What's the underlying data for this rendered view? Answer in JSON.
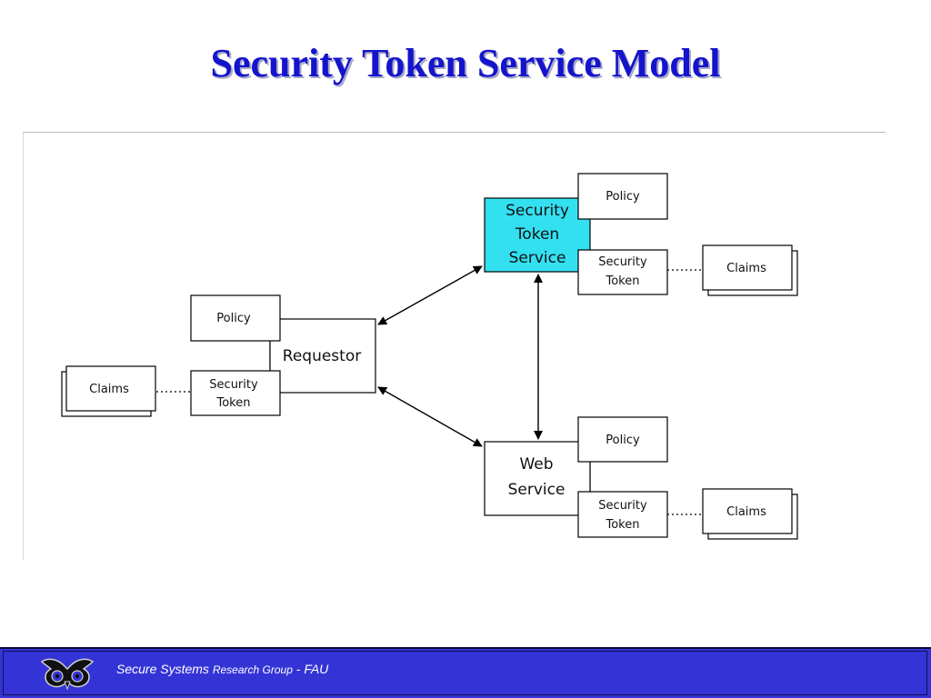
{
  "slide": {
    "title": "Security Token Service Model"
  },
  "diagram": {
    "sts": {
      "line1": "Security",
      "line2": "Token",
      "line3": "Service",
      "color": "#33e0f0"
    },
    "sts_policy": {
      "label": "Policy"
    },
    "sts_token": {
      "line1": "Security",
      "line2": "Token"
    },
    "sts_claims": {
      "label": "Claims"
    },
    "requestor": {
      "label": "Requestor"
    },
    "req_policy": {
      "label": "Policy"
    },
    "req_token": {
      "line1": "Security",
      "line2": "Token"
    },
    "req_claims": {
      "label": "Claims"
    },
    "web_service": {
      "line1": "Web",
      "line2": "Service"
    },
    "ws_policy": {
      "label": "Policy"
    },
    "ws_token": {
      "line1": "Security",
      "line2": "Token"
    },
    "ws_claims": {
      "label": "Claims"
    }
  },
  "footer": {
    "text_a": "Secure Systems ",
    "text_b": "Research Group",
    "text_c": " - FAU",
    "background": "#3434d6",
    "logo_icon": "owl-logo-icon"
  }
}
